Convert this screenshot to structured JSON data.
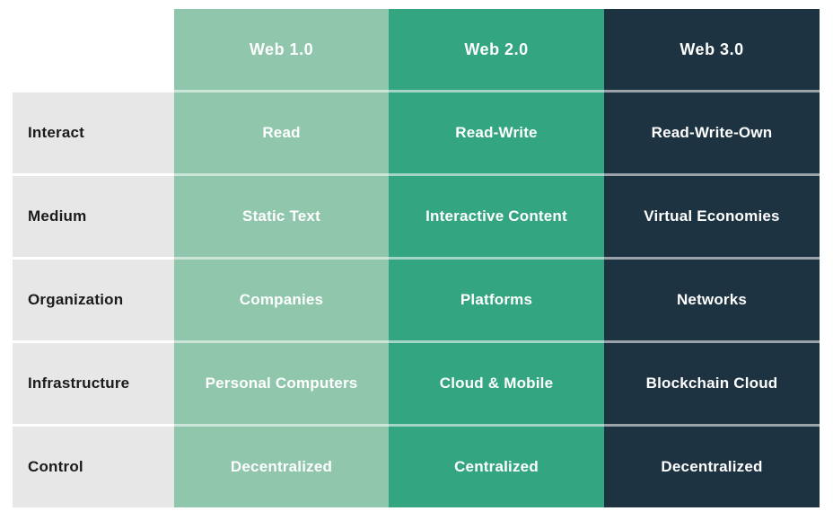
{
  "chart_data": {
    "type": "table",
    "columns": [
      "",
      "Web 1.0",
      "Web 2.0",
      "Web 3.0"
    ],
    "rows": [
      [
        "Interact",
        "Read",
        "Read-Write",
        "Read-Write-Own"
      ],
      [
        "Medium",
        "Static Text",
        "Interactive Content",
        "Virtual Economies"
      ],
      [
        "Organization",
        "Companies",
        "Platforms",
        "Networks"
      ],
      [
        "Infrastructure",
        "Personal Computers",
        "Cloud & Mobile",
        "Blockchain Cloud"
      ],
      [
        "Control",
        "Decentralized",
        "Centralized",
        "Decentralized"
      ]
    ],
    "layout_hints": {
      "header_row_colored_columns_only": true,
      "row_separators": "thin translucent white lines"
    }
  },
  "colors": {
    "page_bg": "#ffffff",
    "label_bg": "#e7e7e7",
    "label_text": "#1b1b1b",
    "web1_bg": "#90c6ac",
    "web2_bg": "#34a581",
    "web3_bg": "#1d3341",
    "cell_text": "#ffffff",
    "separator": "rgba(255,255,255,0.55)"
  }
}
